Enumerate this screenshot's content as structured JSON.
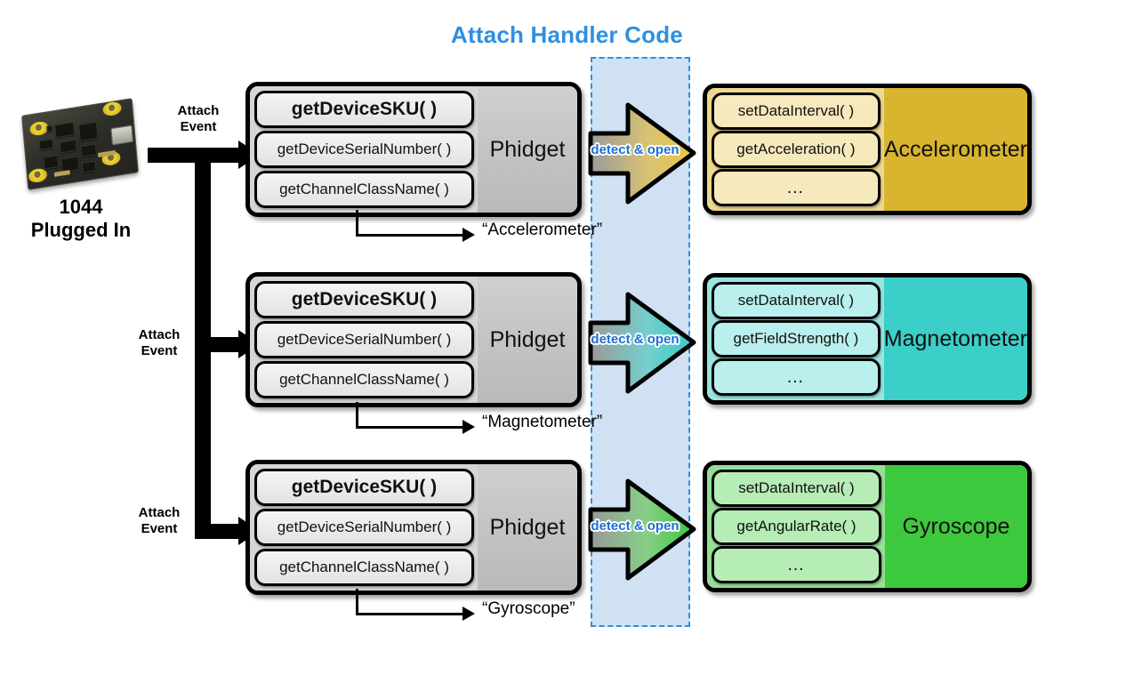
{
  "header": {
    "title": "Attach Handler Code",
    "title_color": "#2f8fe0"
  },
  "device": {
    "name": "device-1044-photo",
    "label_line1": "1044",
    "label_line2": "Plugged In"
  },
  "bus": {
    "attach_event_label": "Attach\nEvent",
    "attach_event_line1": "Attach",
    "attach_event_line2": "Event"
  },
  "rows": [
    {
      "id": "accelerometer",
      "attach_label_1": "Attach",
      "attach_label_2": "Event",
      "phidget": {
        "class_label": "Phidget",
        "methods": [
          "getDeviceSKU( )",
          "getDeviceSerialNumber( )",
          "getChannelClassName( )"
        ]
      },
      "callout_value": "“Accelerometer”",
      "arrow_label": "detect & open",
      "arrow_color": "#d9b42e",
      "channel": {
        "class_label": "Accelerometer",
        "methods": [
          "setDataInterval( )",
          "getAcceleration( )",
          "…"
        ],
        "panel_color": "#d9b42e",
        "pill_color": "#f6e9bd",
        "left_color": "#ecd88f"
      }
    },
    {
      "id": "magnetometer",
      "attach_label_1": "Attach",
      "attach_label_2": "Event",
      "phidget": {
        "class_label": "Phidget",
        "methods": [
          "getDeviceSKU( )",
          "getDeviceSerialNumber( )",
          "getChannelClassName( )"
        ]
      },
      "callout_value": "“Magnetometer”",
      "arrow_label": "detect & open",
      "arrow_color": "#3ccec8",
      "channel": {
        "class_label": "Magnetometer",
        "methods": [
          "setDataInterval( )",
          "getFieldStrength( )",
          "…"
        ],
        "panel_color": "#3ccec8",
        "pill_color": "#b9efec",
        "left_color": "#9ae4e0"
      }
    },
    {
      "id": "gyroscope",
      "attach_label_1": "Attach",
      "attach_label_2": "Event",
      "phidget": {
        "class_label": "Phidget",
        "methods": [
          "getDeviceSKU( )",
          "getDeviceSerialNumber( )",
          "getChannelClassName( )"
        ]
      },
      "callout_value": "“Gyroscope”",
      "arrow_label": "detect & open",
      "arrow_color": "#3dc93d",
      "channel": {
        "class_label": "Gyroscope",
        "methods": [
          "setDataInterval( )",
          "getAngularRate( )",
          "…"
        ],
        "panel_color": "#3dc93d",
        "pill_color": "#b6ecb6",
        "left_color": "#96de96"
      }
    }
  ],
  "zone": {
    "fill_color": "#cfe1f2",
    "border_color": "#2f8fe0"
  }
}
